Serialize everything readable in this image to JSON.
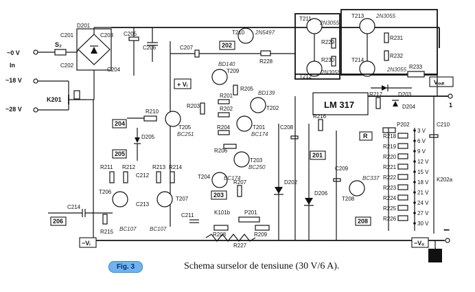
{
  "inputs": {
    "in_label": "In",
    "v0": "~0 V",
    "v18": "~18 V",
    "v28": "~28 V",
    "s2": "S₂",
    "k201": "K201"
  },
  "terminals": {
    "vout": "Vₒᵤₜ",
    "vout_num": "1",
    "neg_vo": "−Vₒ",
    "neg_vi": "−Vᵢ",
    "pos_vi": "+ Vᵢ",
    "minus": "−"
  },
  "ic": {
    "lm317": "LM 317"
  },
  "transistors": {
    "t201": "T201",
    "t202": "T202",
    "t203": "T203",
    "t204": "T204",
    "t205": "T205",
    "t206": "T206",
    "t207": "T207",
    "t208": "T208",
    "t209": "T209",
    "t210": "T210",
    "t211": "T211",
    "t212": "T212",
    "t213": "T213",
    "t214": "T214"
  },
  "handwritten": {
    "t210_type": "2N5497",
    "t211_type": "2N3055",
    "t212_type": "2N3055",
    "t213_type": "2N3055",
    "t214_type": "2N3055",
    "t209_type": "BD140",
    "t202_type": "BD139",
    "t201_type": "BC174",
    "t205_type": "BC251",
    "t203_type": "BC250",
    "t204_type": "BC174",
    "t206_type": "BC107",
    "t207_type": "BC107",
    "t208_type": "BC337"
  },
  "resistors": {
    "r201": "R201",
    "r202": "R202",
    "r203": "R203",
    "r204": "R204",
    "r205": "R205",
    "r206": "R206",
    "r207": "R207",
    "r208": "R208",
    "r209": "R209",
    "r210": "R210",
    "r211": "R211",
    "r212": "R212",
    "r213": "R213",
    "r214": "R214",
    "r215": "R215",
    "r216": "R216",
    "r217": "R217",
    "r218": "R218",
    "r219": "R219",
    "r220": "R220",
    "r221": "R221",
    "r222": "R222",
    "r223": "R223",
    "r224": "R224",
    "r225": "R225",
    "r226": "R226",
    "r227": "R227",
    "r228": "R228",
    "r229": "R229",
    "r230": "R230",
    "r231": "R231",
    "r232": "R232",
    "r233": "R233",
    "r": "R",
    "p201": "P201",
    "p202": "P202"
  },
  "capacitors": {
    "c201": "C201",
    "c202": "C202",
    "c203": "C203",
    "c204": "C204",
    "c205": "C205",
    "c206": "C206",
    "c207": "C207",
    "c208": "C208",
    "c209": "C209",
    "c210": "C210",
    "c211": "C211",
    "c212": "C212",
    "c213": "C213",
    "c214": "C214"
  },
  "diodes": {
    "d201": "D201",
    "d202": "D202",
    "d203": "D203",
    "d204": "D204",
    "d205": "D205",
    "d206": "D206"
  },
  "switch": {
    "k101b": "K101b",
    "k202a": "K202a"
  },
  "testpoints": {
    "tp201": "201",
    "tp202": "202",
    "tp203": "203",
    "tp204": "204",
    "tp205": "205",
    "tp206": "206",
    "tp208": "208"
  },
  "voltage_steps": [
    "3 V",
    "6 V",
    "9 V",
    "12 V",
    "15 V",
    "18 V",
    "21 V",
    "24 V",
    "27 V",
    "30 V"
  ],
  "figure": {
    "tag": "Fig. 3",
    "caption": "Schema surselor de tensiune  (30 V/6 A)."
  }
}
